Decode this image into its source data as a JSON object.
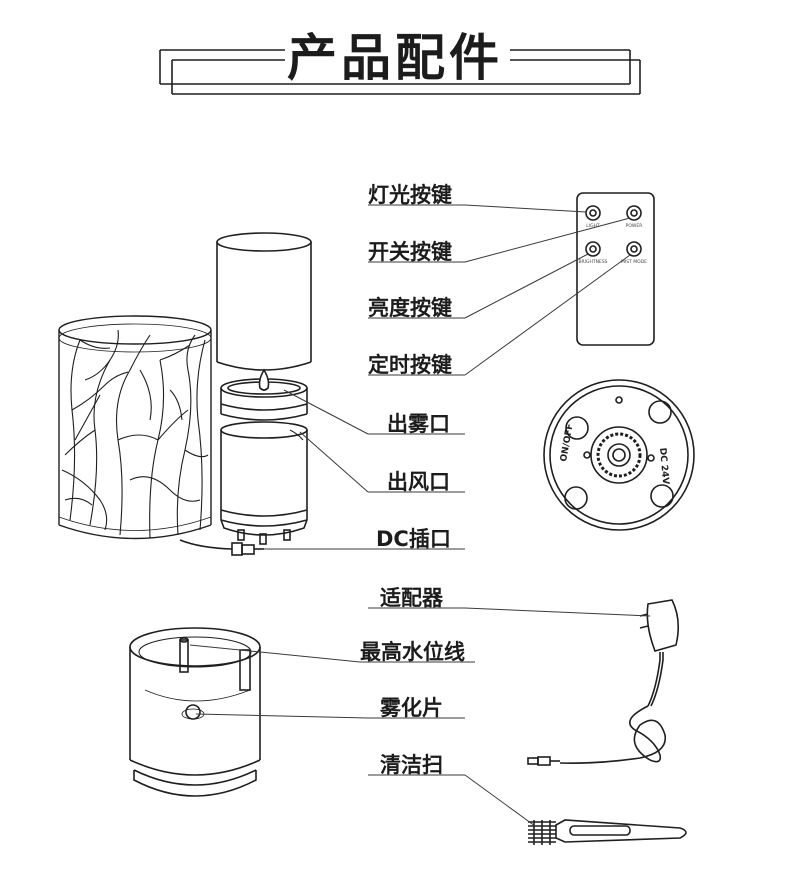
{
  "title": "产品配件",
  "labels": {
    "light_button": "灯光按键",
    "power_button": "开关按键",
    "brightness_button": "亮度按键",
    "timer_button": "定时按键",
    "mist_outlet": "出雾口",
    "air_outlet": "出风口",
    "dc_port": "DC插口",
    "adapter": "适配器",
    "max_water_line": "最高水位线",
    "atomizer": "雾化片",
    "cleaning_brush": "清洁扫"
  },
  "remote": {
    "light": "LIGHT",
    "power": "POWER",
    "brightness": "BRIGHTNESS",
    "mist_mode": "MIST MODE"
  },
  "base_bottom": {
    "switch": "ON/OFF",
    "voltage": "DC 24V"
  }
}
